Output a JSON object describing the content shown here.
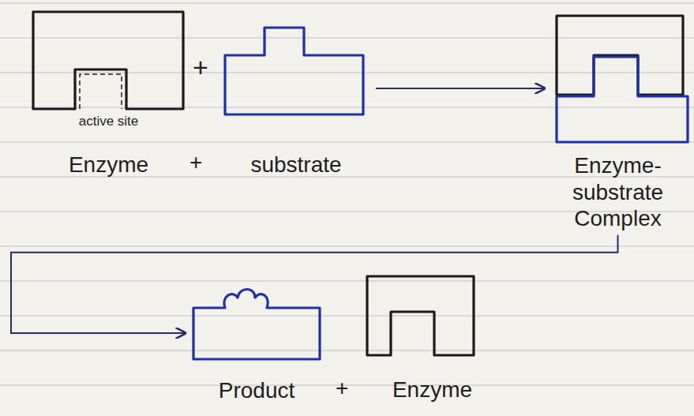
{
  "diagram": {
    "nodes": [
      {
        "text": [
          "active site",
          "Enzyme"
        ]
      },
      {
        "text": [
          "substrate"
        ]
      },
      {
        "text": [
          "Enzyme-substrate Complex"
        ]
      },
      {
        "text": [
          "Product"
        ]
      },
      {
        "text": [
          "Enzyme"
        ]
      }
    ],
    "edges": [
      {
        "from": 1,
        "to": 2,
        "arrow": "to"
      },
      {
        "from": 2,
        "to": 3,
        "arrow": "to"
      }
    ],
    "labels": [
      "+",
      "+",
      "+"
    ]
  }
}
